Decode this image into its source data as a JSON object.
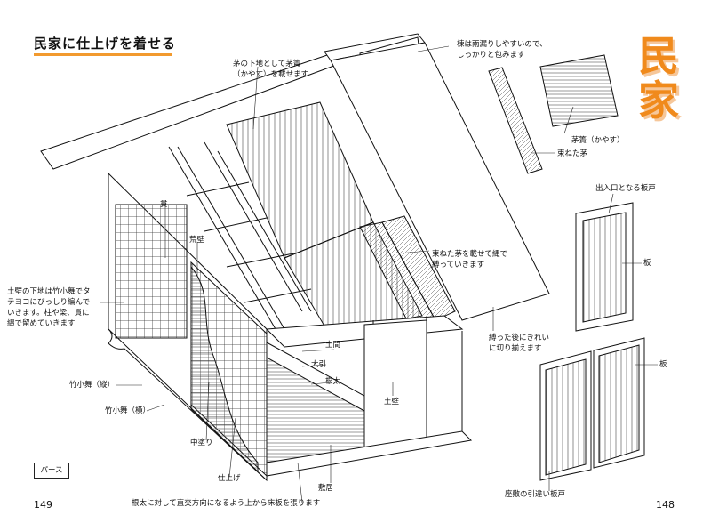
{
  "heading": "民家に仕上げを着せる",
  "side_title": {
    "c1": "民",
    "c2": "家"
  },
  "labels": {
    "kaya_base": "茅の下地として茅簀\n（かやす）を載せます",
    "ridge": "棟は雨漏りしやすいので、\nしっかりと包みます",
    "kayasu": "茅簀（かやす）",
    "tabane": "束ねた茅",
    "nuki": "貫",
    "arakabe": "荒壁",
    "tsuchikabe_note": "土壁の下地は竹小舞でタ\nテヨコにびっしり編んで\nいきます。柱や梁、貫に\n縄で留めていきます",
    "tabane_rope": "束ねた茅を載せて縄で\n縛っていきます",
    "trim": "縛った後にきれい\nに切り揃えます",
    "doma": "土間",
    "oobiki": "大引",
    "neda": "根太",
    "tsuchikabe": "土壁",
    "komai_v": "竹小舞（縦）",
    "komai_h": "竹小舞（横）",
    "nakanuri": "中塗り",
    "shiage": "仕上げ",
    "shikii": "敷居",
    "floor_note": "根太に対して直交方向になるよう上から床板を張ります",
    "door_top": "出入口となる板戸",
    "ita1": "板",
    "ita2": "板",
    "sliding": "座敷の引違い板戸"
  },
  "badge": "パース",
  "page_left": "149",
  "page_right": "148",
  "colors": {
    "accent": "#f29a2e",
    "big": "#f08a1c"
  }
}
